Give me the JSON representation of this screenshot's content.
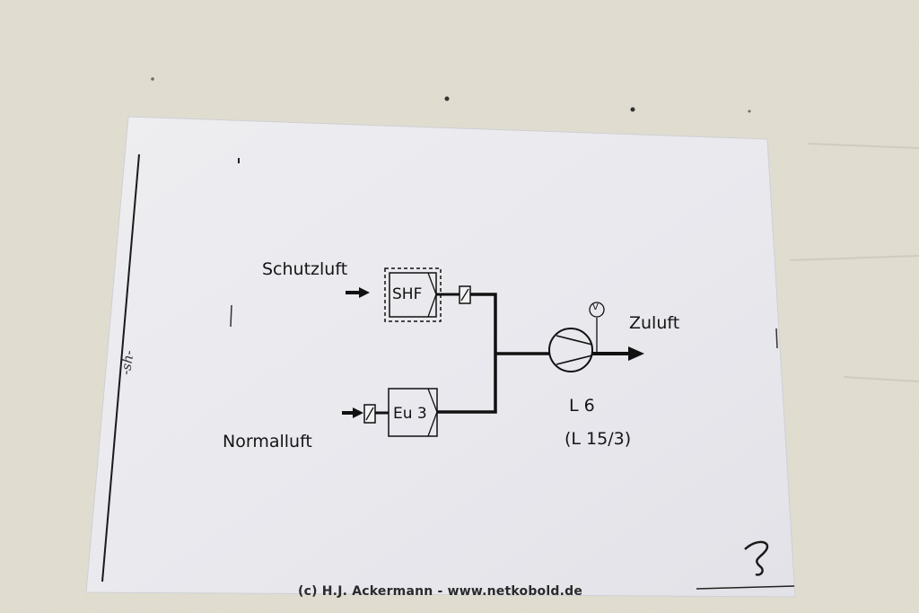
{
  "diagram": {
    "inputs": {
      "protective_air": "Schutzluft",
      "normal_air": "Normalluft"
    },
    "filters": {
      "shf": "SHF",
      "eu3": "Eu 3"
    },
    "output": "Zuluft",
    "fan": {
      "name": "L 6",
      "ref": "(L 15/3)",
      "gauge_symbol": "V"
    }
  },
  "handwriting": {
    "margin_note": "-sh-"
  },
  "watermark": "(c) H.J. Ackermann - www.netkobold.de"
}
